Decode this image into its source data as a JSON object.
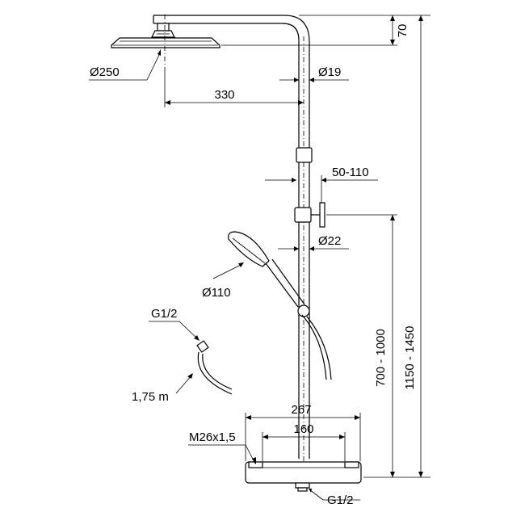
{
  "dimensions": {
    "head_offset": "70",
    "head_diameter": "Ø250",
    "pipe_diameter": "Ø19",
    "arm_length": "330",
    "adjust_range": "50-110",
    "bar_diameter": "Ø22",
    "hand_shower_diameter": "Ø110",
    "hose_connection": "G1/2",
    "hose_length": "1,75 m",
    "width_total": "267",
    "inlet_spacing": "160",
    "thread": "M26x1,5",
    "outlet_thread": "G1/2",
    "height_bracket": "700 - 1000",
    "height_total": "1150 - 1450"
  }
}
